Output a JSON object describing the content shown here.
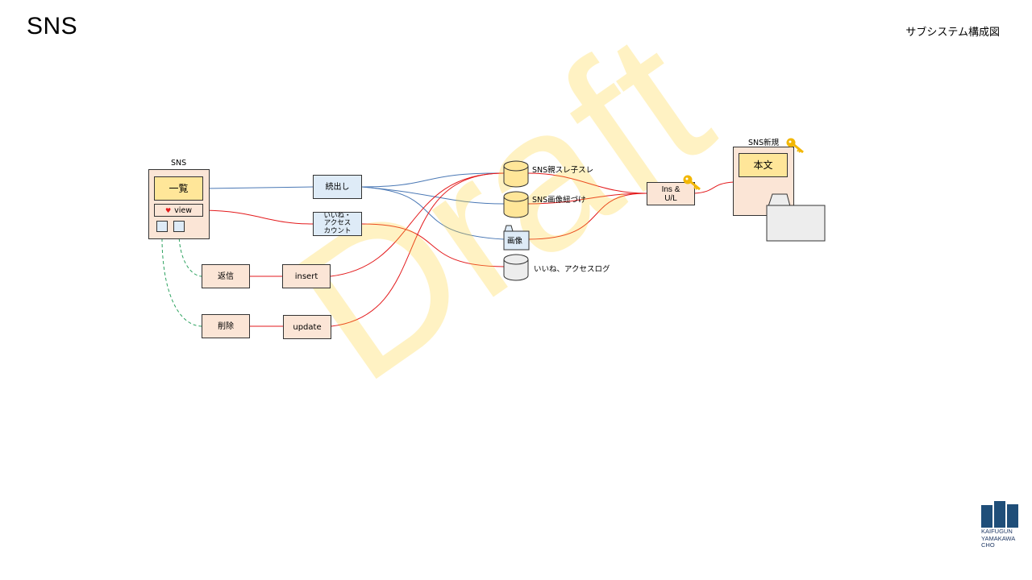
{
  "header": {
    "title": "SNS",
    "subtitle": "サブシステム構成図"
  },
  "sns_panel": {
    "label": "SNS",
    "list_label": "一覧",
    "view_label": "view",
    "heart_glyph": "♥"
  },
  "actions": {
    "reply": "返信",
    "delete": "削除",
    "insert": "insert",
    "update": "update"
  },
  "processes": {
    "read": "続出し",
    "like_count": "いいね・\nアクセス\nカウント"
  },
  "datastores": {
    "thread": "SNS親スレ子スレ",
    "image_link": "SNS画像紐づけ",
    "image_folder": "画像",
    "like_log": "いいね、アクセスログ"
  },
  "ins_ul": "Ins &\nU/L",
  "sns_new": {
    "label": "SNS新規",
    "body": "本文"
  },
  "watermark": "Draft",
  "logo": {
    "line1": "KAIFUGUN",
    "line2": "YAMAKAWA",
    "line3": "CHO"
  },
  "colors": {
    "peach": "#fbe5d6",
    "light_blue": "#deebf7",
    "yellow": "#ffe699",
    "red_line": "#e31a1c",
    "blue_line": "#4a78b5",
    "green_dashed": "#2ca25f",
    "key": "#f2b705",
    "logo": "#1f4e79"
  }
}
